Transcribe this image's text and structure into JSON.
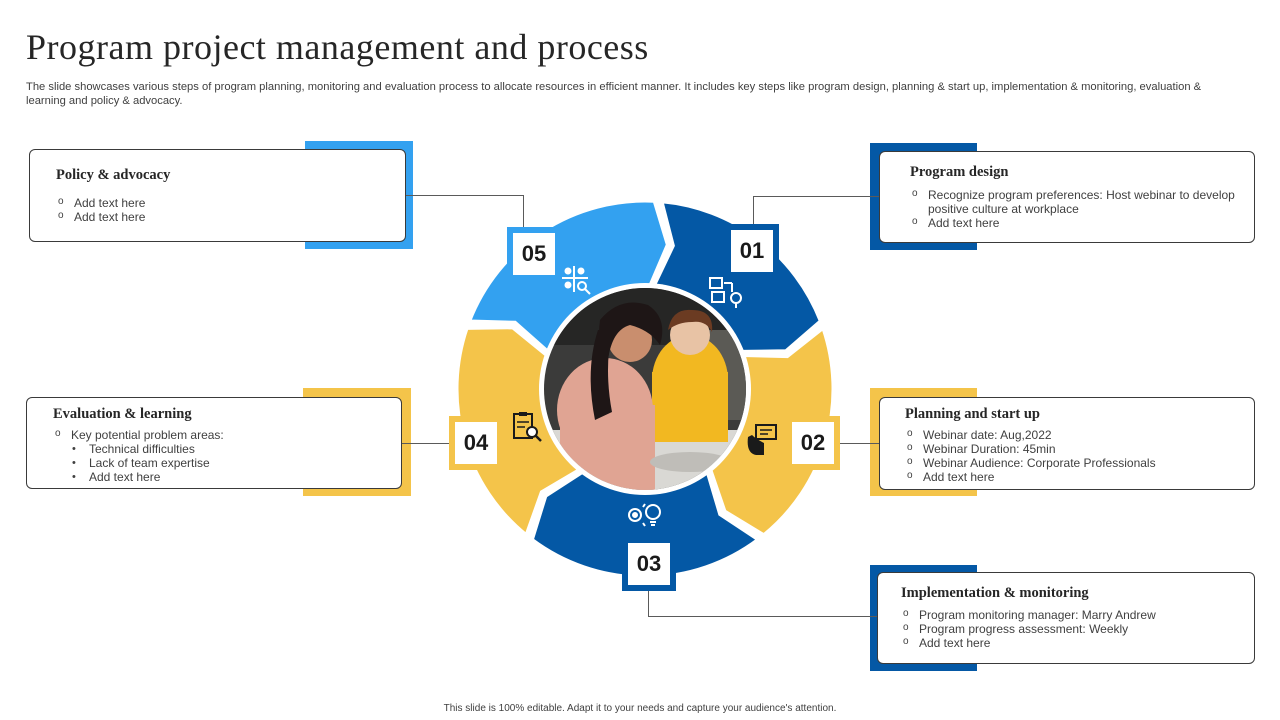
{
  "title": "Program project management and process",
  "subtitle": "The slide showcases various steps of program planning, monitoring and evaluation process to allocate resources in efficient manner. It includes key steps like program design, planning & start up, implementation & monitoring, evaluation & learning and policy & advocacy.",
  "footer": "This slide is 100% editable.  Adapt it to your needs and capture your audience's attention.",
  "colors": {
    "light_blue": "#33A1F0",
    "dark_blue": "#0458A5",
    "yellow": "#F4C44A",
    "text": "#404040"
  },
  "steps": {
    "s01": {
      "number": "01",
      "heading": "Program design",
      "items": [
        "Recognize program preferences: Host webinar to develop positive culture at workplace",
        "Add text here"
      ]
    },
    "s02": {
      "number": "02",
      "heading": "Planning and start up",
      "items": [
        "Webinar date: Aug,2022",
        "Webinar Duration: 45min",
        "Webinar Audience: Corporate Professionals",
        "Add text here"
      ]
    },
    "s03": {
      "number": "03",
      "heading": "Implementation & monitoring",
      "items": [
        "Program monitoring manager: Marry Andrew",
        "Program progress assessment: Weekly",
        "Add text here"
      ]
    },
    "s04": {
      "number": "04",
      "heading": "Evaluation & learning",
      "items": [
        "Key potential problem areas:"
      ],
      "subitems": [
        "Technical difficulties",
        "Lack of team expertise",
        "Add text here"
      ]
    },
    "s05": {
      "number": "05",
      "heading": "Policy & advocacy",
      "items": [
        "Add text here",
        "Add text here"
      ]
    }
  },
  "icons": {
    "s01": "flowchart-idea-icon",
    "s02": "hand-presentation-icon",
    "s03": "gear-lightbulb-icon",
    "s04": "clipboard-search-icon",
    "s05": "team-search-icon",
    "center": "colleagues-photo"
  }
}
